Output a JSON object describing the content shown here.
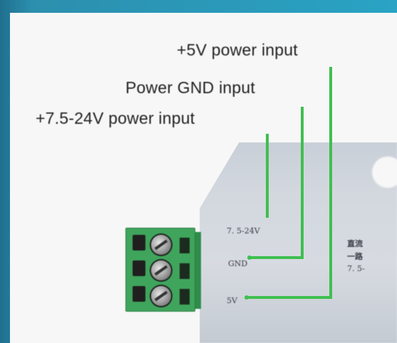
{
  "labels": {
    "plus5v": "+5V power input",
    "gnd": "Power GND input",
    "plus75_24v": "+7.5-24V power input"
  },
  "silkscreen": {
    "v75_24": "7. 5-24V",
    "gnd": "GND",
    "v5": "5V",
    "chinese_line1": "直流",
    "chinese_line2": "一路",
    "chinese_line3": "7. 5-"
  },
  "colors": {
    "lead_line": "#3fbf4f",
    "terminal_block": "#3fa55c",
    "frame_border": "#2aa3c4"
  }
}
